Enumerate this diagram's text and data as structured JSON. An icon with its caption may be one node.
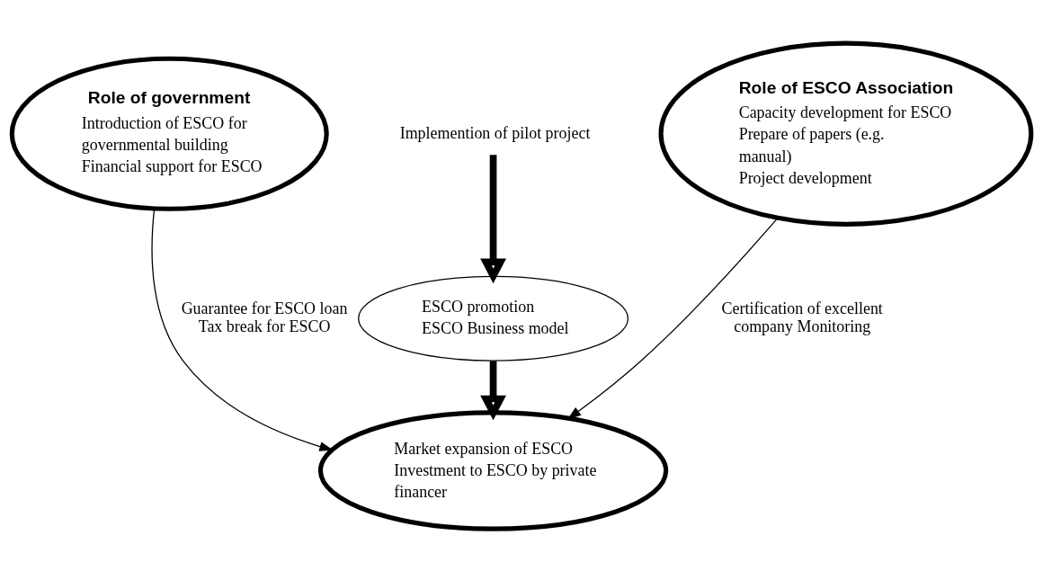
{
  "diagram": {
    "nodes": [
      {
        "text": [
          "Role of government",
          "Introduction of ESCO for governmental building",
          "Financial support for ESCO"
        ]
      },
      {
        "text": [
          "Role of ESCO Association",
          "Capacity development for ESCO",
          "Prepare of papers (e.g. manual)",
          "Project development"
        ]
      },
      {
        "text": [
          "Implemention of pilot project"
        ]
      },
      {
        "text": [
          "ESCO promotion",
          "ESCO Business model"
        ]
      },
      {
        "text": [
          "Market expansion of ESCO",
          "Investment to ESCO by private financer"
        ]
      }
    ],
    "edges": [
      {
        "from": 2,
        "to": 3,
        "arrow": "to",
        "style": "thick"
      },
      {
        "from": 3,
        "to": 4,
        "arrow": "to",
        "style": "thick"
      },
      {
        "from": 0,
        "to": 4,
        "arrow": "to",
        "label": "Guarantee for ESCO loan Tax break for ESCO"
      },
      {
        "from": 1,
        "to": 4,
        "arrow": "to",
        "label": "Certification of excellent company Monitoring"
      }
    ]
  }
}
